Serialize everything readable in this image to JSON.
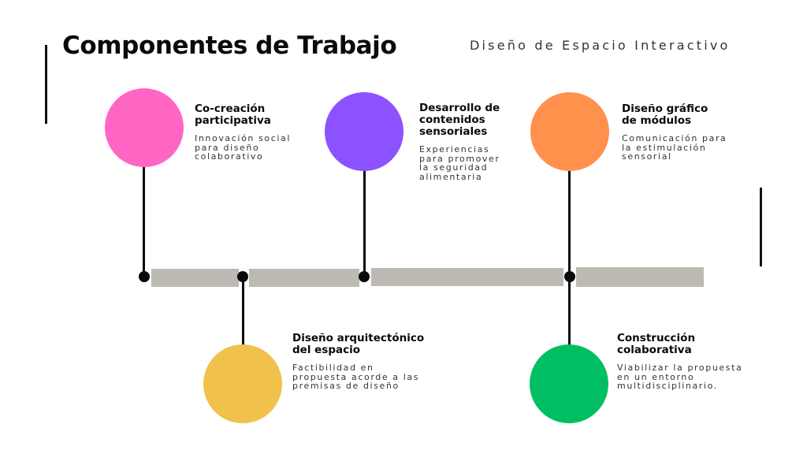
{
  "header": {
    "title": "Componentes de Trabajo",
    "subtitle": "Diseño de Espacio Interactivo"
  },
  "components": [
    {
      "title_lines": [
        "Co-creación",
        "participativa"
      ],
      "desc_lines": [
        "Innovación social",
        "para diseño",
        "colaborativo"
      ],
      "color": "#ff66c4"
    },
    {
      "title_lines": [
        "Desarrollo de",
        "contenidos",
        "sensoriales"
      ],
      "desc_lines": [
        "Experiencias",
        "para promover",
        "la seguridad",
        "alimentaria"
      ],
      "color": "#8c52ff"
    },
    {
      "title_lines": [
        "Diseño gráfico",
        "de módulos"
      ],
      "desc_lines": [
        "Comunicación para",
        "la estimulación",
        "sensorial"
      ],
      "color": "#ff914d"
    },
    {
      "title_lines": [
        "Diseño arquitectónico",
        "del espacio"
      ],
      "desc_lines": [
        "Factibilidad en",
        "propuesta acorde a las",
        "premisas de diseño"
      ],
      "color": "#f0c14b"
    },
    {
      "title_lines": [
        "Construcción",
        "colaborativa"
      ],
      "desc_lines": [
        "Viabilizar la propuesta",
        "en un entorno",
        "multidisciplinario."
      ],
      "color": "#00bf63"
    }
  ]
}
